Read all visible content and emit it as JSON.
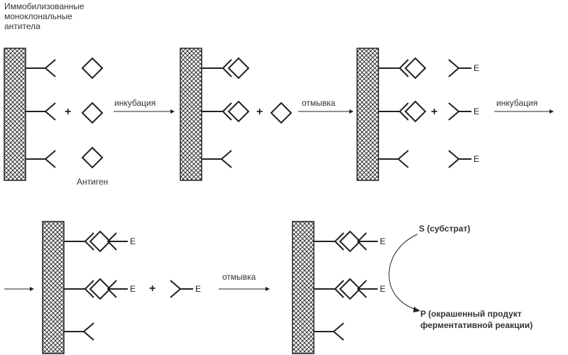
{
  "colors": {
    "line": "#222222",
    "text": "#333333",
    "hatch": "#333333"
  },
  "labels": {
    "title_line1": "Иммобилизованные",
    "title_line2": "моноклональные",
    "title_line3": "антитела",
    "antigen": "Антиген",
    "incubation_1": "инкубация",
    "wash_1": "отмывка",
    "incubation_2": "инкубация",
    "wash_2": "отмывка",
    "substrate": "S (субстрат)",
    "product_line1": "P (окрашенный продукт",
    "product_line2": "ферментативной реакции)",
    "plus": "+",
    "enzyme": "E"
  }
}
